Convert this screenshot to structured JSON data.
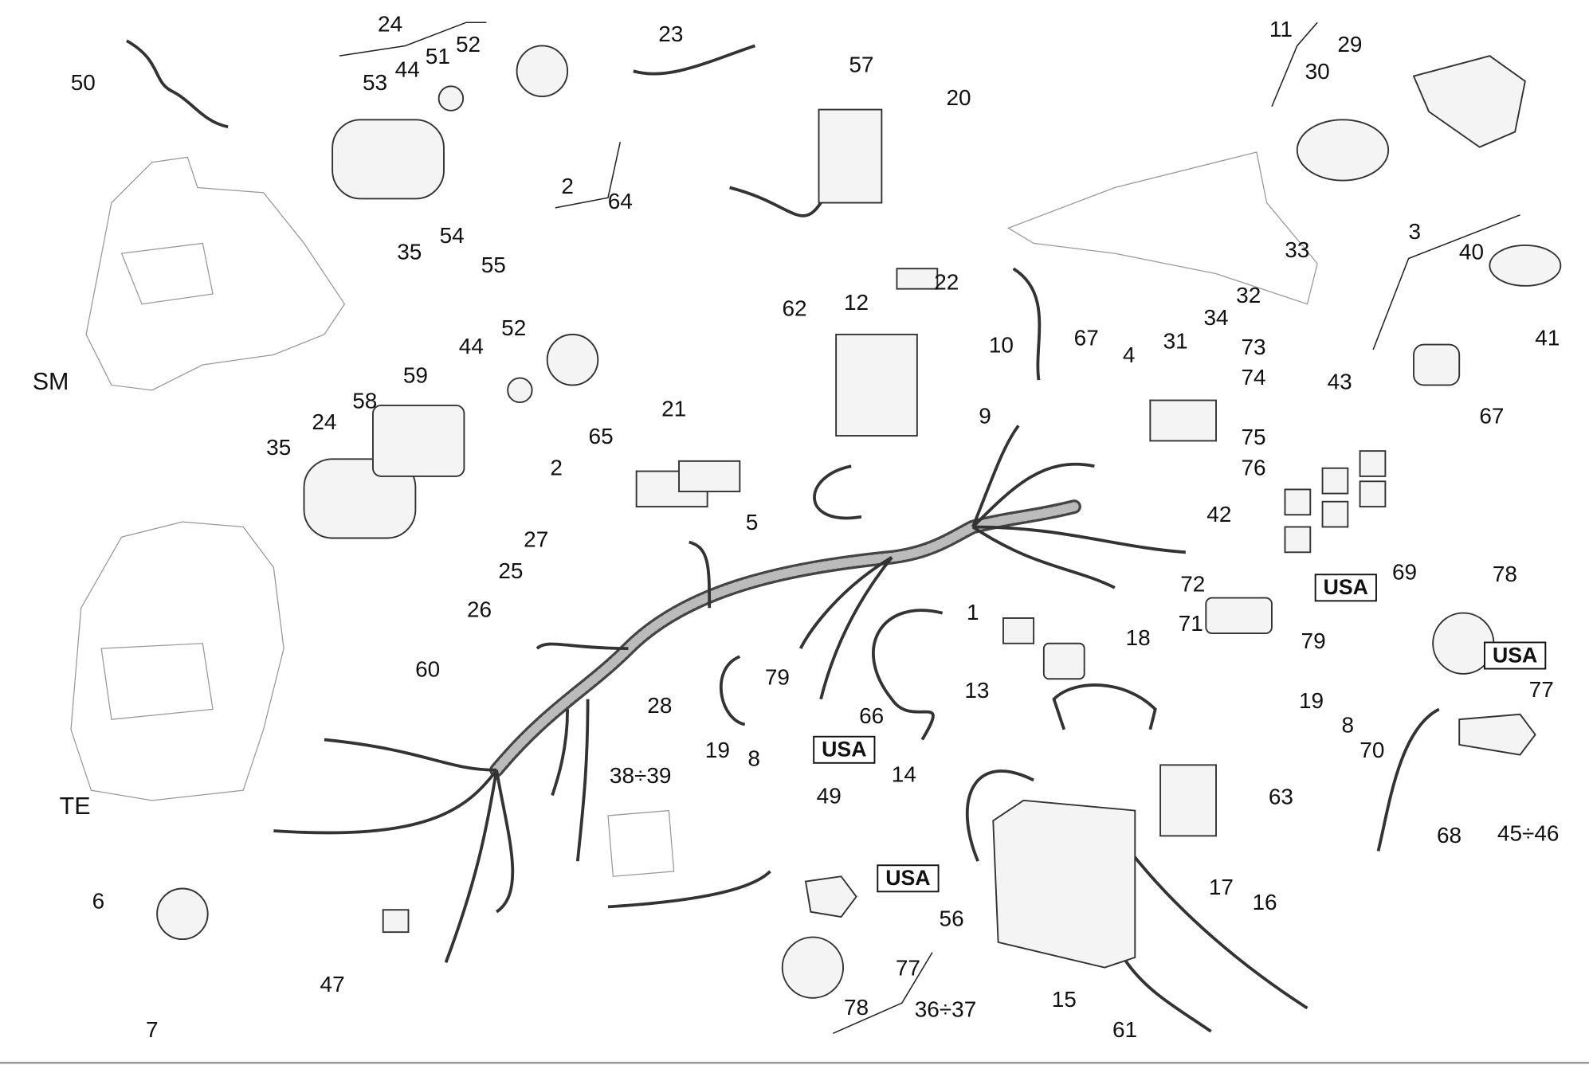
{
  "diagram": {
    "callouts": [
      "24",
      "52",
      "51",
      "44",
      "53",
      "50",
      "23",
      "57",
      "20",
      "11",
      "29",
      "30",
      "2",
      "64",
      "35",
      "54",
      "55",
      "22",
      "33",
      "32",
      "34",
      "31",
      "67",
      "3",
      "40",
      "41",
      "43",
      "67",
      "62",
      "12",
      "10",
      "9",
      "4",
      "73",
      "74",
      "75",
      "76",
      "52",
      "44",
      "59",
      "58",
      "24",
      "35",
      "2",
      "21",
      "65",
      "5",
      "42",
      "27",
      "25",
      "26",
      "69",
      "72",
      "71",
      "79",
      "1",
      "18",
      "78",
      "77",
      "60",
      "28",
      "79",
      "66",
      "13",
      "19",
      "8",
      "70",
      "19",
      "8",
      "38÷39",
      "49",
      "14",
      "63",
      "17",
      "16",
      "68",
      "45÷46",
      "6",
      "7",
      "47",
      "77",
      "78",
      "36÷37",
      "56",
      "15",
      "61"
    ],
    "variants": {
      "sm": "SM",
      "te": "TE"
    },
    "usa_label": "USA"
  }
}
